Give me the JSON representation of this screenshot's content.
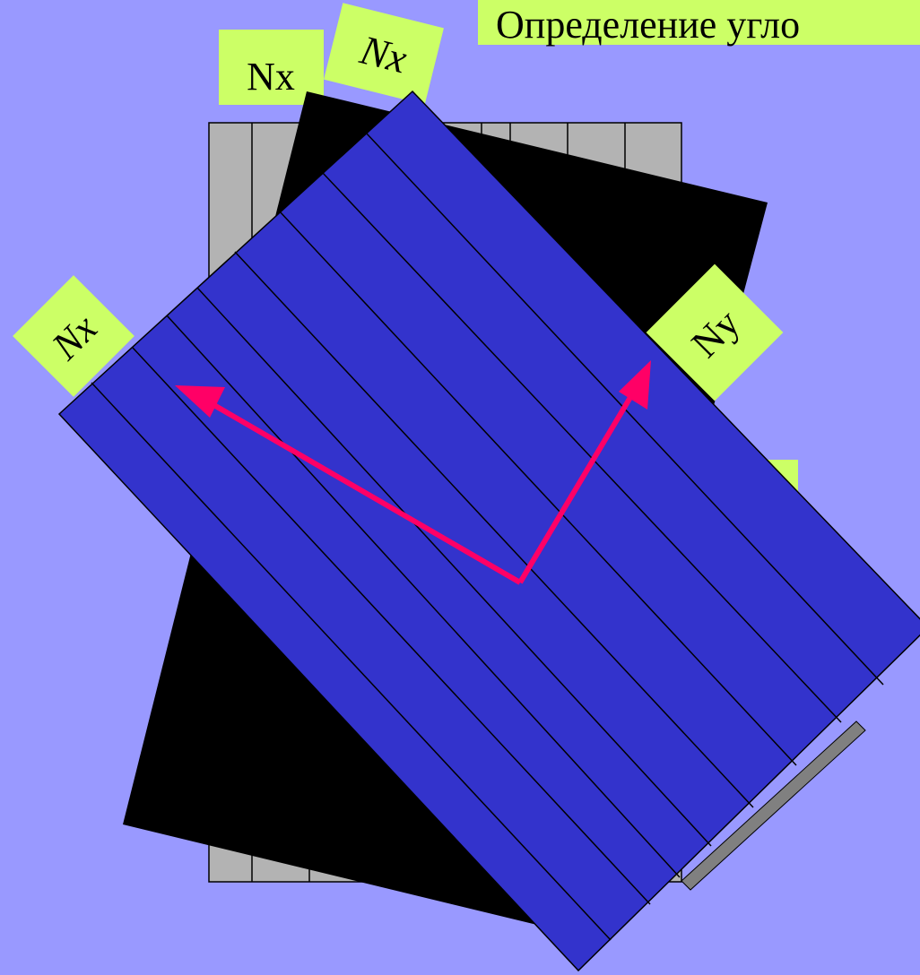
{
  "slide": {
    "title": "Определение угло",
    "background_color": "#9999ff"
  },
  "labels": {
    "nx_top": "Nx",
    "nx_top_tilted": "Nx",
    "nx_left": "Nx",
    "ny": "Ny",
    "tag_partial_right": ""
  },
  "colors": {
    "label_fill": "#ccff66",
    "title_fill": "#ccff66",
    "grid_fill": "#b3b3b3",
    "black_layer": "#000000",
    "blue_layer": "#3333cc",
    "blue_layer_shadow": "#808080",
    "arrow": "#ff0066",
    "line": "#000000"
  }
}
